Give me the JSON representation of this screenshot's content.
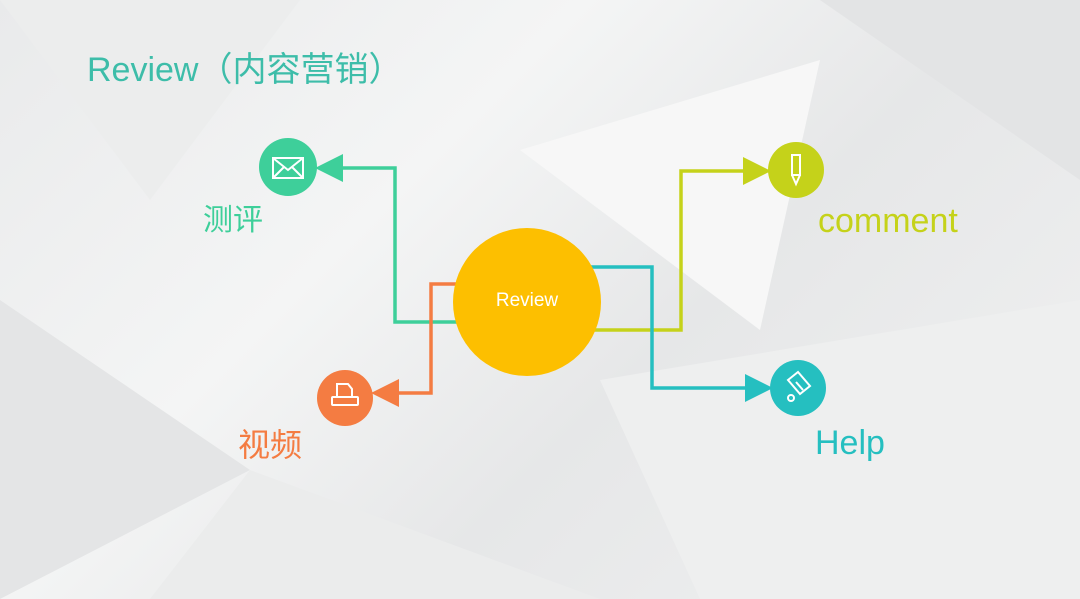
{
  "title": "Review（内容营销）",
  "center": {
    "label": "Review",
    "color": "#fdbf00"
  },
  "nodes": [
    {
      "id": "review-test",
      "label": "测评",
      "icon": "envelope-icon",
      "color": "#3ecf9a"
    },
    {
      "id": "video",
      "label": "视频",
      "icon": "printer-icon",
      "color": "#f47c42"
    },
    {
      "id": "comment",
      "label": "comment",
      "icon": "pencil-icon",
      "color": "#c5d21a"
    },
    {
      "id": "help",
      "label": "Help",
      "icon": "scroll-icon",
      "color": "#25bfc0"
    }
  ]
}
